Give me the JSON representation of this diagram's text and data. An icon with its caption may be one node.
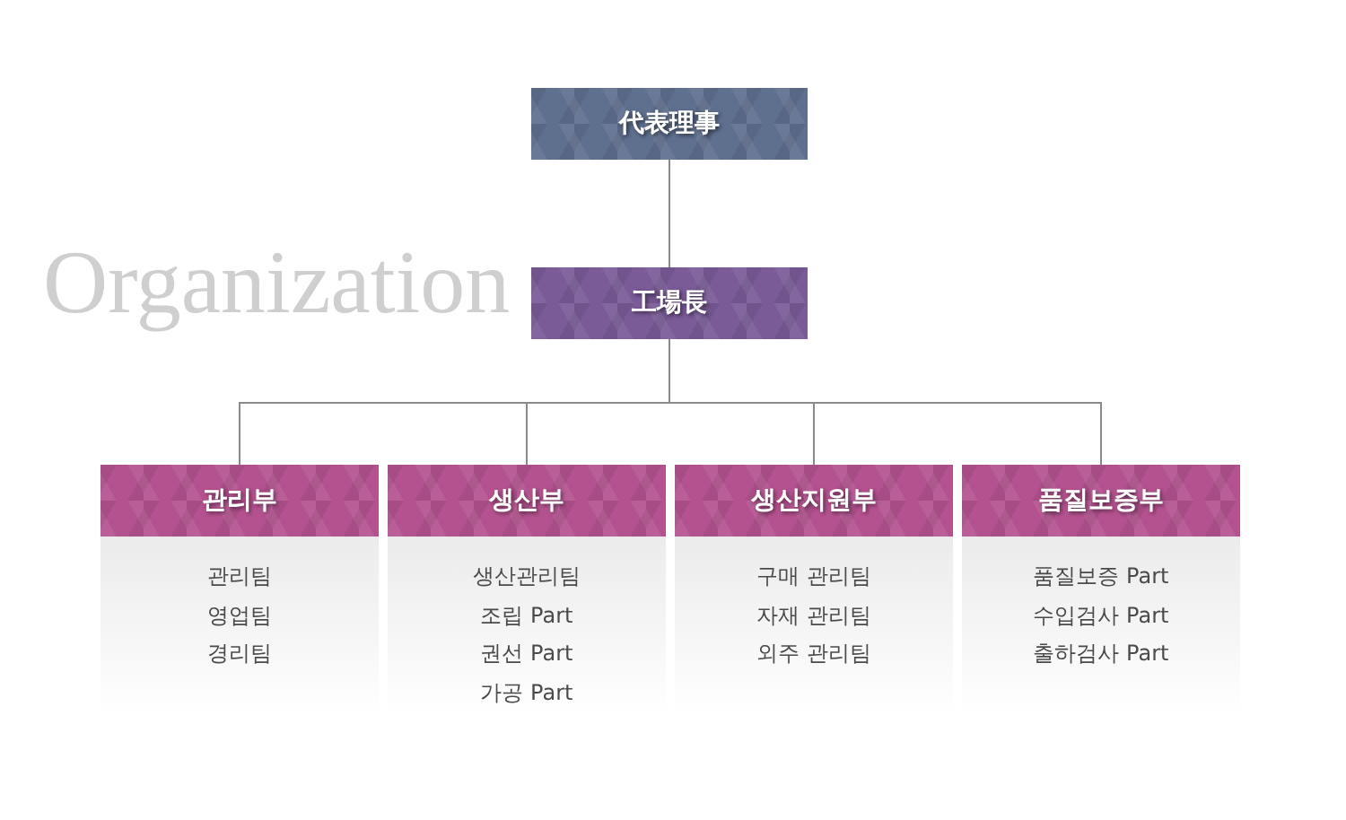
{
  "diagram": {
    "nodes": [
      {
        "text": [
          "代表理事"
        ]
      },
      {
        "text": [
          "工場長"
        ]
      },
      {
        "text": [
          "관리부",
          "관리팀",
          "영업팀",
          "경리팀"
        ]
      },
      {
        "text": [
          "생산부",
          "생산관리팀",
          "조립 Part",
          "권선 Part",
          "가공 Part"
        ]
      },
      {
        "text": [
          "생산지원부",
          "구매 관리팀",
          "자재 관리팀",
          "외주 관리팀"
        ]
      },
      {
        "text": [
          "품질보증부",
          "품질보증 Part",
          "수입검사 Part",
          "출하검사 Part"
        ]
      }
    ],
    "edges": [
      {
        "from": 0,
        "to": 1,
        "arrow": "none"
      },
      {
        "from": 1,
        "to": 2,
        "arrow": "none"
      },
      {
        "from": 1,
        "to": 3,
        "arrow": "none"
      },
      {
        "from": 1,
        "to": 4,
        "arrow": "none"
      },
      {
        "from": 1,
        "to": 5,
        "arrow": "none"
      }
    ],
    "labels": [
      "Organization"
    ]
  }
}
